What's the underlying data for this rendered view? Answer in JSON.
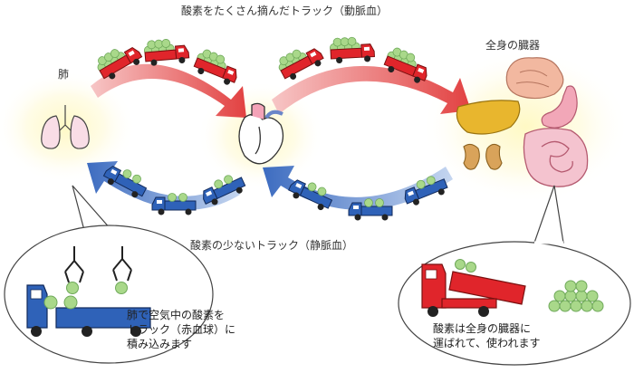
{
  "labels": {
    "top": "酸素をたくさん摘んだトラック（動脈血）",
    "bottom": "酸素の少ないトラック（静脈血）",
    "lung": "肺",
    "organs": "全身の臓器"
  },
  "notes": {
    "lung": [
      "肺で空気中の酸素を",
      "トラック（赤血球）に",
      "積み込みます"
    ],
    "organs": [
      "酸素は全身の臓器に",
      "運ばれて、使われます"
    ]
  },
  "colors": {
    "artery": "#e0252b",
    "vein": "#2f62b8",
    "oxygen": "#a9d88a",
    "oxygen_edge": "#6fa95a",
    "glow": "#fff6b0"
  }
}
